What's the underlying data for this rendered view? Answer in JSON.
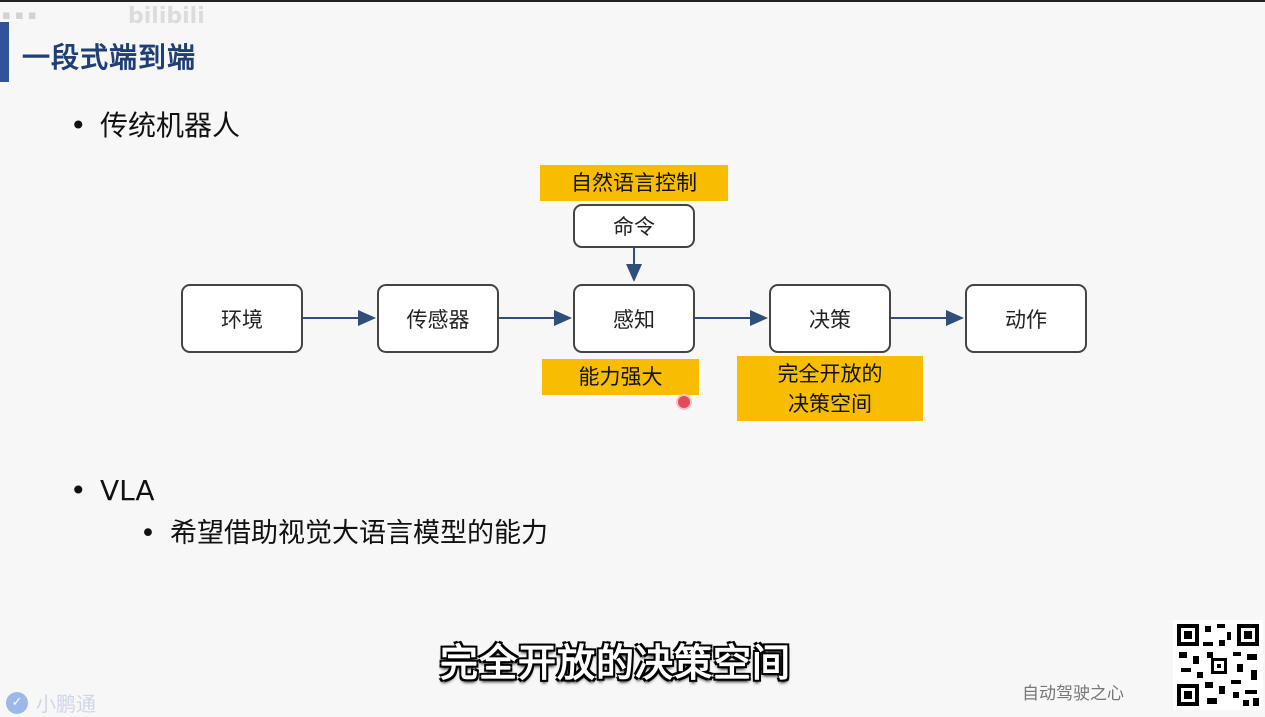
{
  "slide": {
    "title": "一段式端到端",
    "bullets": [
      {
        "dot": "•",
        "text": "传统机器人"
      },
      {
        "dot": "•",
        "text": "VLA"
      },
      {
        "dot": "•",
        "text": "希望借助视觉大语言模型的能力"
      }
    ]
  },
  "diagram": {
    "nodes": [
      {
        "id": "environment",
        "label": "环境"
      },
      {
        "id": "sensor",
        "label": "传感器"
      },
      {
        "id": "perception",
        "label": "感知"
      },
      {
        "id": "decision",
        "label": "决策"
      },
      {
        "id": "action",
        "label": "动作"
      },
      {
        "id": "command",
        "label": "命令"
      }
    ],
    "highlights": [
      {
        "id": "natural-language-control",
        "text": "自然语言控制"
      },
      {
        "id": "strong-capability",
        "text": "能力强大"
      },
      {
        "id": "open-decision-space",
        "line1": "完全开放的",
        "line2": "决策空间"
      }
    ],
    "colors": {
      "arrow": "#2f4e7a",
      "highlight": "#f9bd00",
      "node_border": "#444444"
    }
  },
  "subtitle": "完全开放的决策空间",
  "watermarks": {
    "top": "bilibili",
    "bottom_right": "自动驾驶之心",
    "bottom_left": "小鹏通"
  },
  "colors": {
    "title": "#1f3f76",
    "accent_bar": "#2f5597"
  }
}
